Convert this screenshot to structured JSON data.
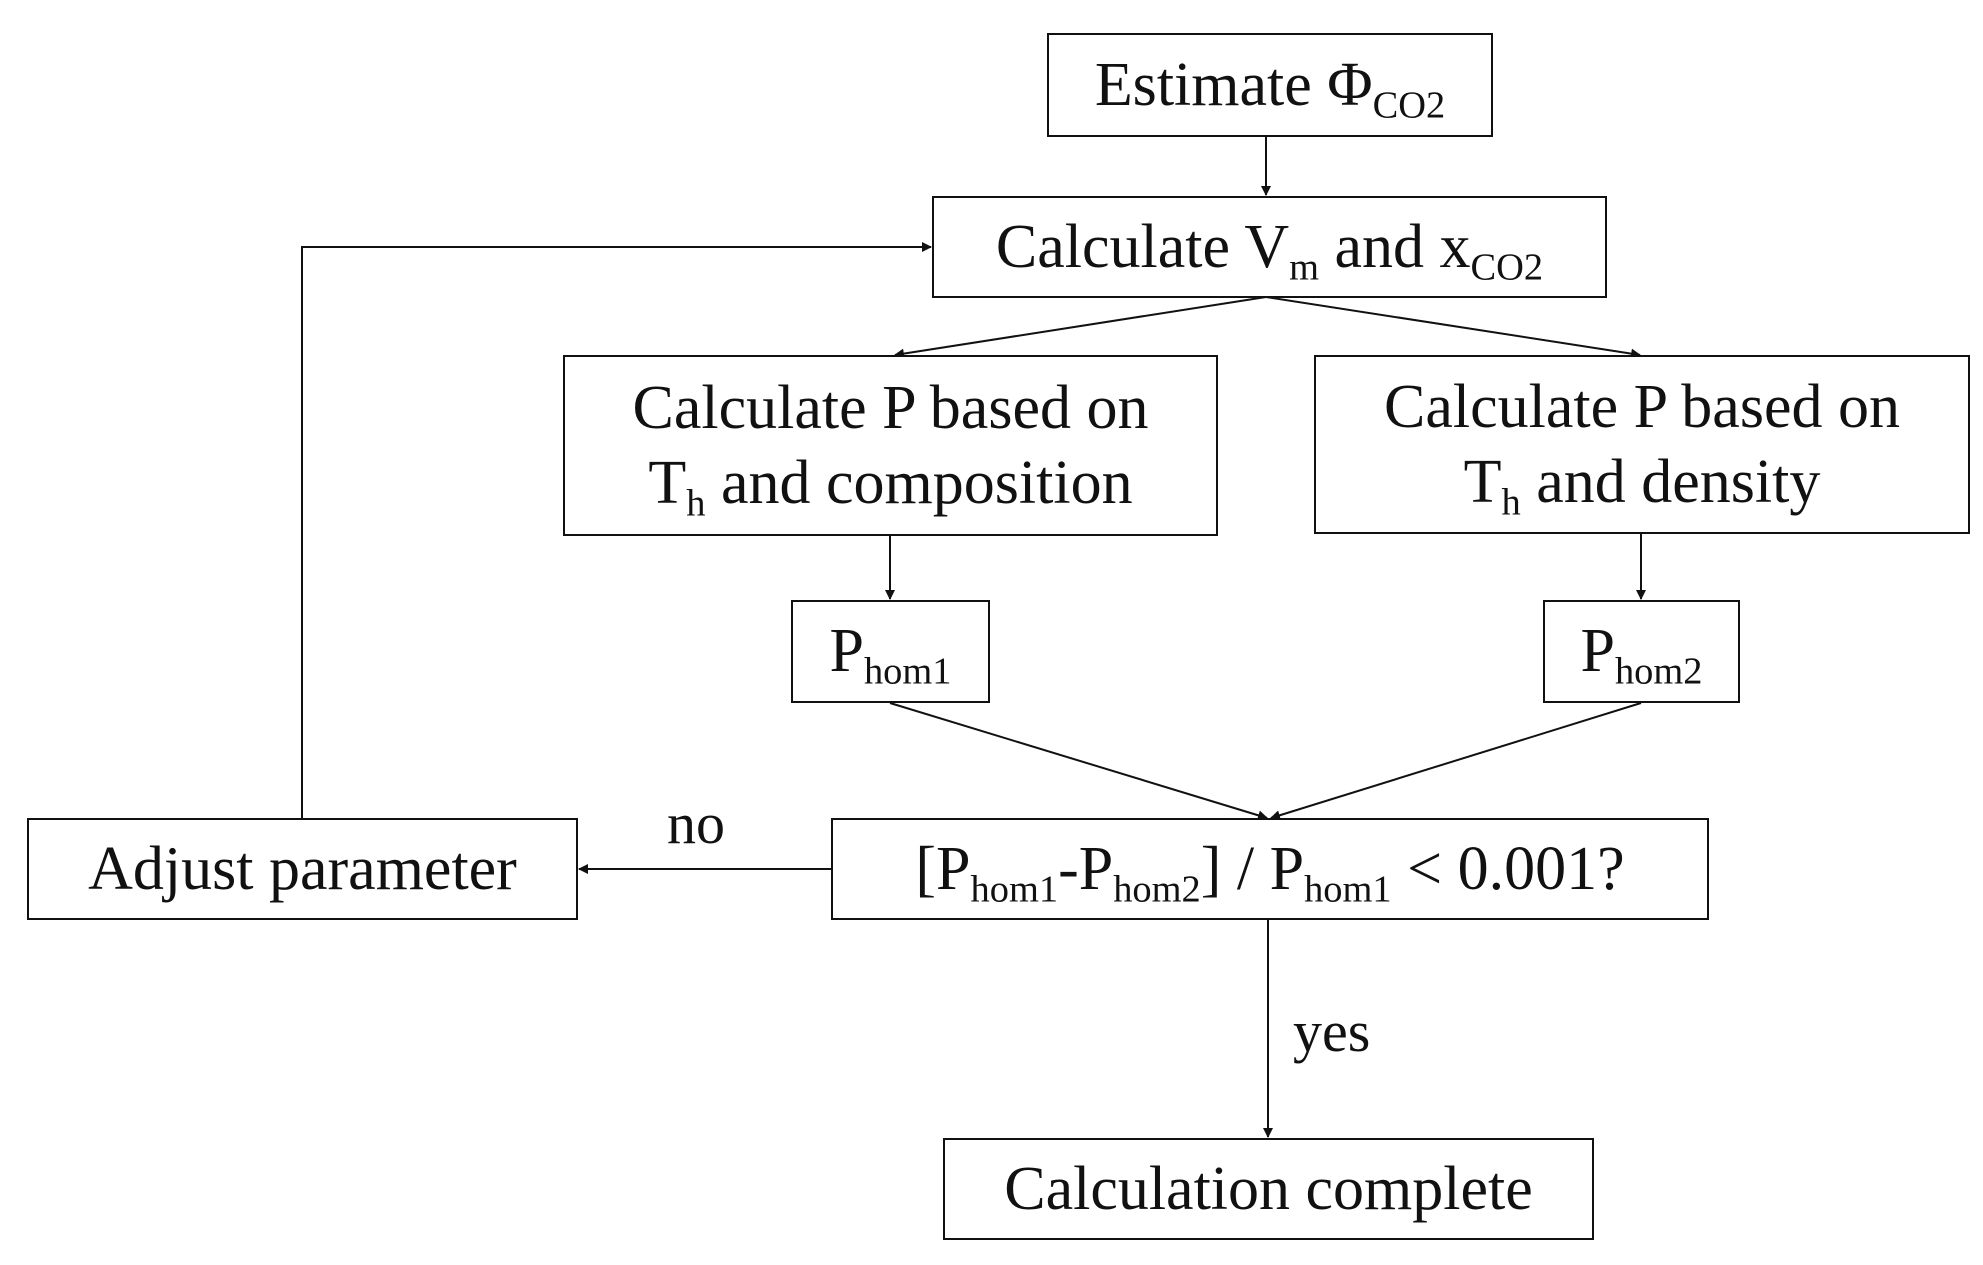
{
  "nodes": {
    "estimate": {
      "text": "Estimate Φ",
      "sub": "CO2"
    },
    "calc_vm": {
      "pre": "Calculate V",
      "sub1": "m",
      "mid": " and x",
      "sub2": "CO2"
    },
    "calc_p1": {
      "line1": "Calculate P based on",
      "pre": "T",
      "sub": "h",
      "post": " and composition"
    },
    "calc_p2": {
      "line1": "Calculate P based on",
      "pre": "T",
      "sub": "h",
      "post": " and density"
    },
    "phom1": {
      "pre": "P",
      "sub": "hom1"
    },
    "phom2": {
      "pre": "P",
      "sub": "hom2"
    },
    "decision": {
      "p1": "[P",
      "s1": "hom1",
      "p2": "-P",
      "s2": "hom2",
      "p3": "] / P",
      "s3": "hom1",
      "p4": " < 0.001?"
    },
    "adjust": {
      "text": "Adjust parameter"
    },
    "complete": {
      "text": "Calculation complete"
    }
  },
  "edges": {
    "no_label": "no",
    "yes_label": "yes"
  },
  "colors": {
    "stroke": "#111111",
    "background": "#ffffff"
  }
}
